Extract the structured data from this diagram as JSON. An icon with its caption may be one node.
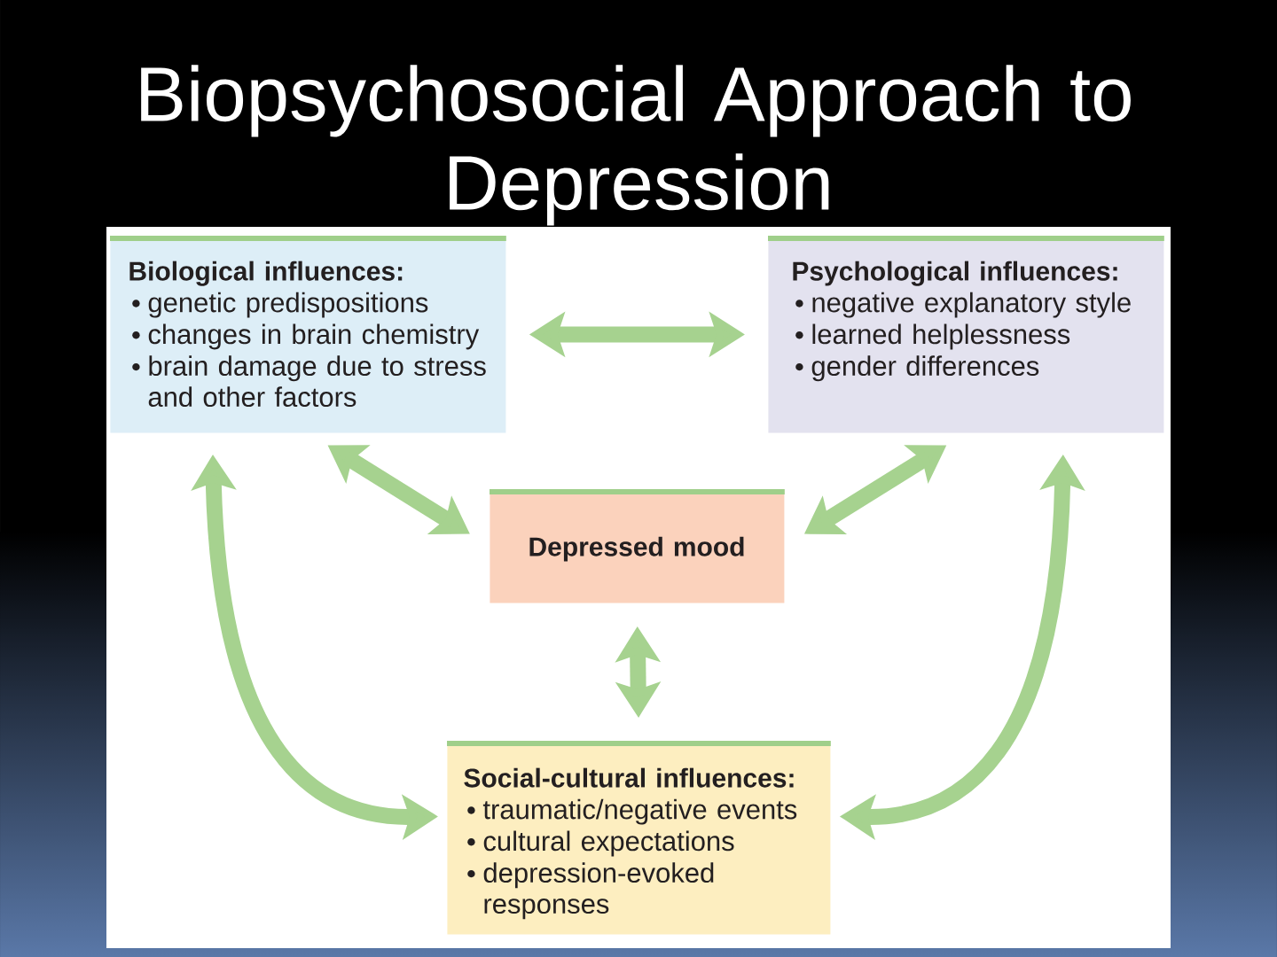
{
  "diagram": {
    "title": "Biopsychosocial Approach to Depression",
    "nodes": [
      {
        "text": [
          "Biological influences:",
          "genetic predispositions",
          "changes in brain chemistry",
          "brain damage due to stress and other factors"
        ]
      },
      {
        "text": [
          "Psychological influences:",
          "negative explanatory style",
          "learned helplessness",
          "gender differences"
        ]
      },
      {
        "text": [
          "Depressed mood"
        ]
      },
      {
        "text": [
          "Social-cultural influences:",
          "traumatic/negative events",
          "cultural expectations",
          "depression-evoked responses"
        ]
      }
    ],
    "edges": [
      {
        "from": 0,
        "to": 1,
        "arrow": "both"
      },
      {
        "from": 0,
        "to": 2,
        "arrow": "both"
      },
      {
        "from": 1,
        "to": 2,
        "arrow": "both"
      },
      {
        "from": 2,
        "to": 3,
        "arrow": "both"
      },
      {
        "from": 0,
        "to": 3,
        "arrow": "both"
      },
      {
        "from": 1,
        "to": 3,
        "arrow": "both"
      }
    ]
  }
}
